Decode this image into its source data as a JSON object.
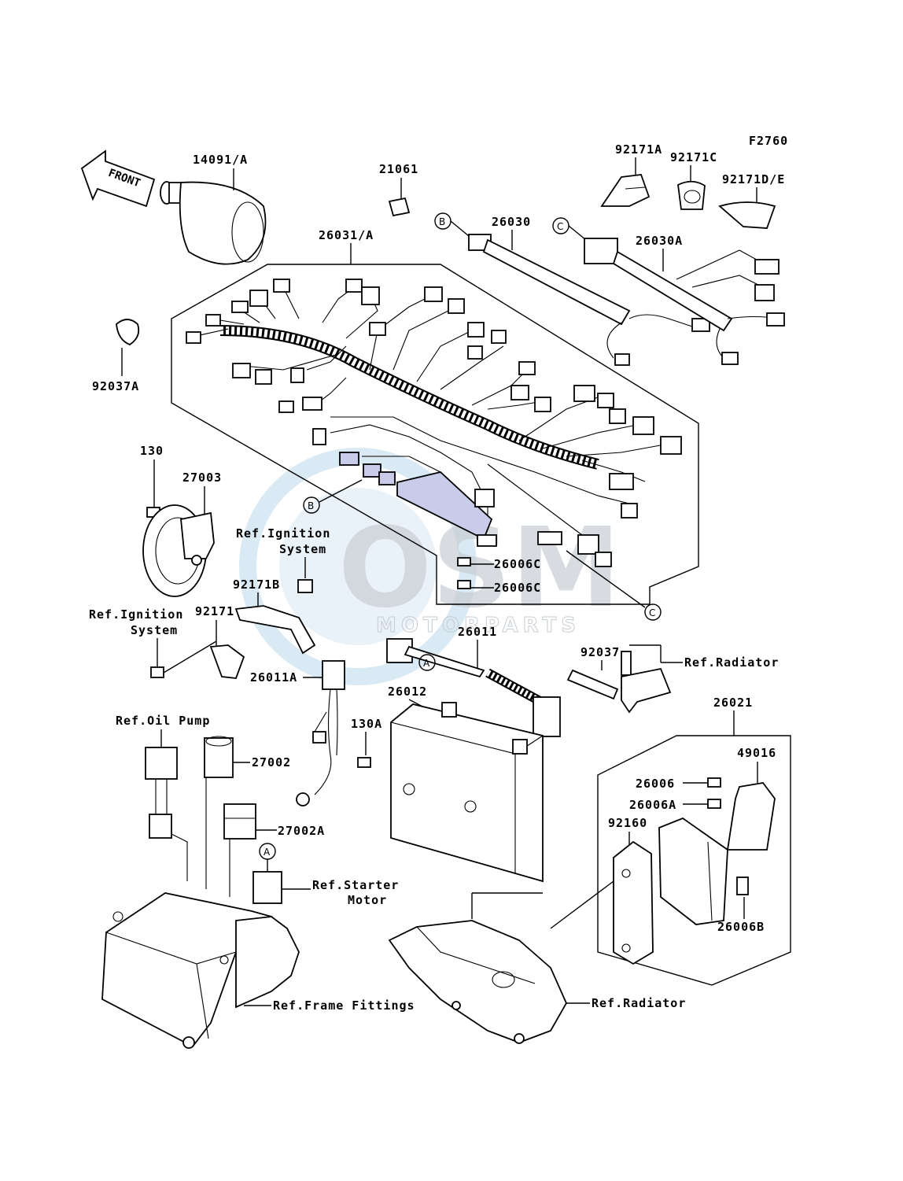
{
  "diagram": {
    "figure_code": "F2760",
    "front_label": "FRONT",
    "watermark": {
      "logo": "OSM",
      "subtitle": "MOTORPARTS"
    },
    "colors": {
      "ink": "#000000",
      "watermark": "#bcd9ec",
      "connector_fill": "#c8cce8"
    },
    "parts": {
      "p14091A": "14091/A",
      "p21061": "21061",
      "p92171A": "92171A",
      "p92171C": "92171C",
      "p92171DE": "92171D/E",
      "p26030": "26030",
      "p26030A": "26030A",
      "p26031A": "26031/A",
      "p92037A": "92037A",
      "p130": "130",
      "p27003": "27003",
      "p92171B": "92171B",
      "p92171": "92171",
      "p26006C_1": "26006C",
      "p26006C_2": "26006C",
      "p26011": "26011",
      "p26011A": "26011A",
      "p92037": "92037",
      "p26012": "26012",
      "p130A": "130A",
      "p26021": "26021",
      "p49016": "49016",
      "p26006": "26006",
      "p26006A": "26006A",
      "p92160": "92160",
      "p26006B": "26006B",
      "p27002": "27002",
      "p27002A": "27002A"
    },
    "refs": {
      "ignition1_l1": "Ref.Ignition",
      "ignition1_l2": "System",
      "ignition2_l1": "Ref.Ignition",
      "ignition2_l2": "System",
      "radiator1": "Ref.Radiator",
      "radiator2": "Ref.Radiator",
      "oil_pump": "Ref.Oil Pump",
      "starter_l1": "Ref.Starter",
      "starter_l2": "Motor",
      "frame": "Ref.Frame Fittings"
    },
    "callouts": {
      "A": "A",
      "B": "B",
      "C": "C"
    }
  }
}
